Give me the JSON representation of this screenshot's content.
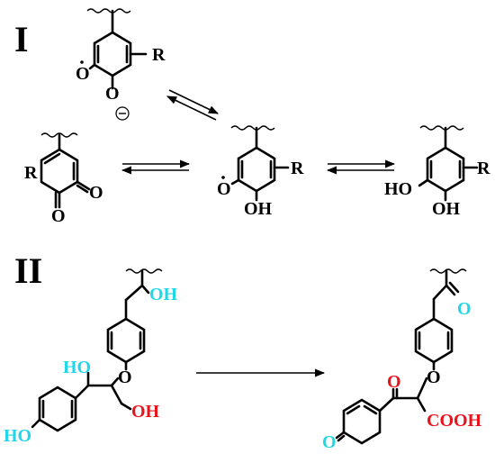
{
  "sections": {
    "one": "I",
    "two": "II"
  },
  "labels": {
    "r": "R",
    "o": "O",
    "oh": "OH",
    "ho": "HO",
    "cooh": "COOH",
    "minus": "−"
  },
  "colors": {
    "cyan": "#22d6e8",
    "red": "#e8141c",
    "black": "#000000"
  }
}
